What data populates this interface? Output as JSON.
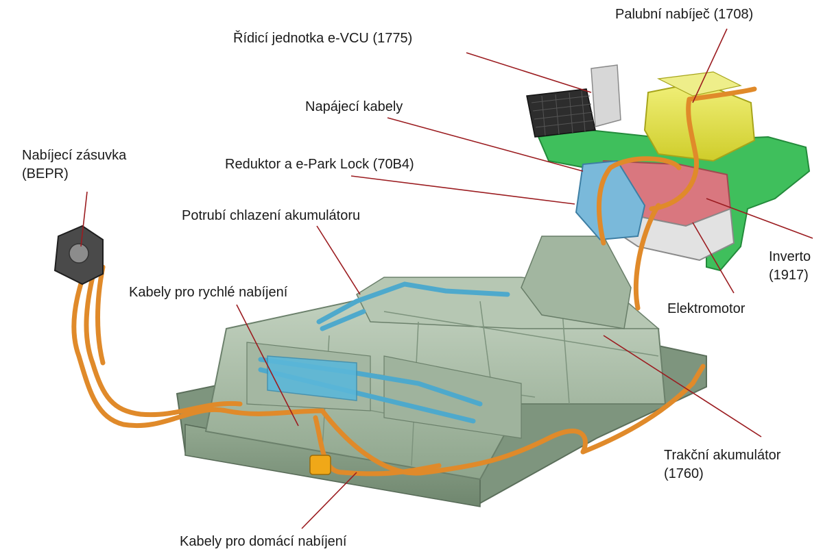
{
  "labels": {
    "palubni": "Palubní nabíječ (1708)",
    "evcu": "Řídicí jednotka e-VCU (1775)",
    "napajeci": "Napájecí kabely",
    "zasuvka_1": "Nabíjecí zásuvka",
    "zasuvka_2": "(BEPR)",
    "reduktor": "Reduktor a e-Park Lock (70B4)",
    "potrubi": "Potrubí chlazení akumulátoru",
    "invertor_1": "Inverto",
    "invertor_2": "(1917)",
    "rychle": "Kabely pro rychlé nabíjení",
    "elektromotor": "Elektromotor",
    "trakcni_1": "Trakční akumulátor",
    "trakcni_2": "(1760)",
    "domaci": "Kabely pro domácí nabíjení"
  },
  "colors": {
    "battery": "#a9bba7",
    "battery_dark": "#7f967f",
    "frame": "#8aa08a",
    "cable": "#e08a2a",
    "cooling": "#58b6d6",
    "charger": "#e3e247",
    "inverter": "#d9777f",
    "bracket": "#3fbf5c",
    "leader": "#9b1c20"
  }
}
